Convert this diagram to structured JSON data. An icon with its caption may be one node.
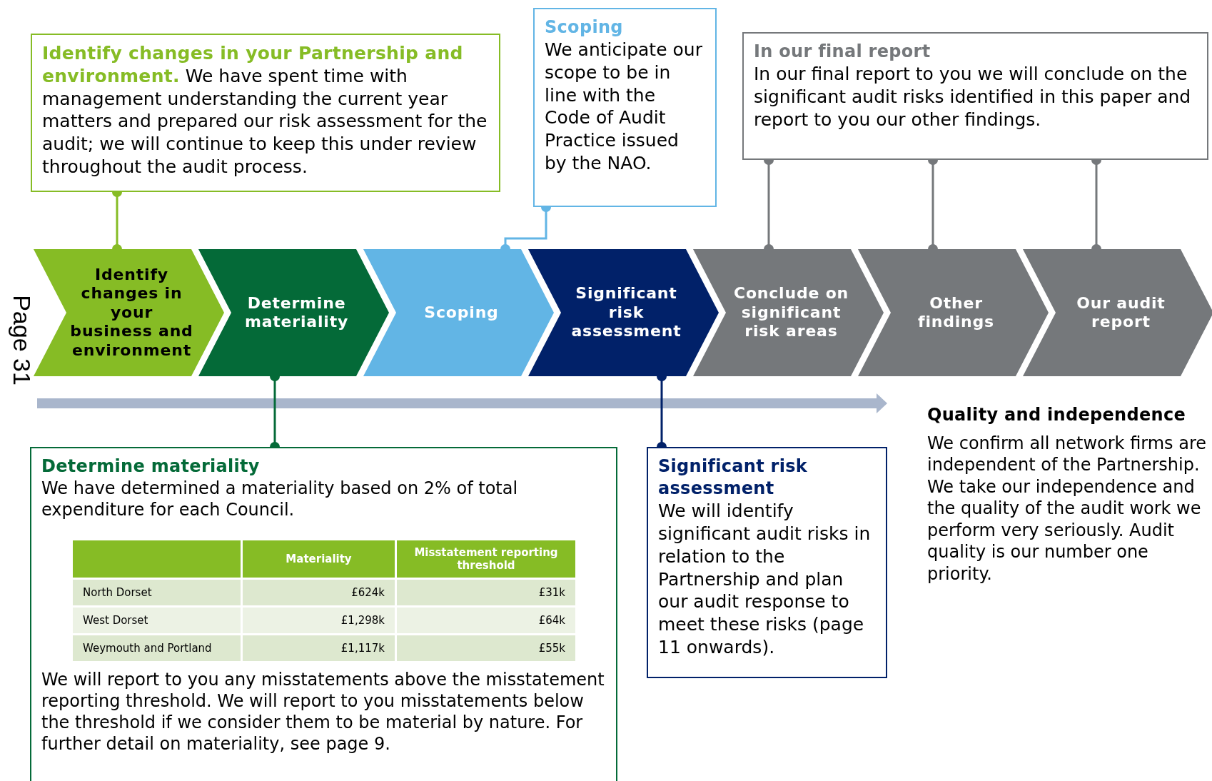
{
  "diagram": {
    "nodes": [
      {
        "text": [
          "**Identify changes in your Partnership and environment.** We have spent time with management understanding the current year matters and prepared our risk assessment for the audit; we will continue to keep this under review throughout the audit process."
        ]
      },
      {
        "text": [
          "Scoping",
          "We anticipate our scope to be in line with the Code of Audit Practice issued by the NAO."
        ]
      },
      {
        "text": [
          "In our final report",
          "In our final report to you we will conclude on the significant audit risks identified in this paper and report to you our other findings."
        ]
      },
      {
        "text": [
          "Identify changes in your business and environment"
        ]
      },
      {
        "text": [
          "Determine materiality"
        ]
      },
      {
        "text": [
          "Scoping"
        ]
      },
      {
        "text": [
          "Significant risk assessment"
        ]
      },
      {
        "text": [
          "Conclude on significant risk areas"
        ]
      },
      {
        "text": [
          "Other findings"
        ]
      },
      {
        "text": [
          "Our audit report"
        ]
      },
      {
        "text": [
          "Determine materiality",
          "We have determined a materiality based on 2% of total expenditure for each Council.",
          "We will report to you any misstatements above the misstatement reporting threshold. We will report to you misstatements below the threshold if we consider them to be material by nature. For further detail on materiality, see page 9."
        ]
      },
      {
        "text": [
          "Significant risk assessment",
          "We will identify significant audit risks in relation to the Partnership and plan our audit response to meet these risks (page 11 onwards)."
        ]
      }
    ],
    "edges": [
      {
        "from": 0,
        "to": 3,
        "arrow": "other",
        "color": "#86bc25"
      },
      {
        "from": 1,
        "to": 5,
        "arrow": "other",
        "color": "#62b5e5"
      },
      {
        "from": 2,
        "to": 7,
        "arrow": "other"
      },
      {
        "from": 2,
        "to": 8,
        "arrow": "other"
      },
      {
        "from": 2,
        "to": 9,
        "arrow": "other"
      },
      {
        "from": 4,
        "to": 10,
        "arrow": "other",
        "color": "#046a38"
      },
      {
        "from": 6,
        "to": 11,
        "arrow": "other",
        "color": "#012169"
      }
    ],
    "labels": [
      "Page 31",
      "Materiality",
      "Misstatement reporting threshold",
      "North Dorset",
      "£624k",
      "£31k",
      "West Dorset",
      "£1,298k",
      "£64k",
      "Weymouth and Portland",
      "£1,117k",
      "£55k",
      "Quality and independence",
      "We confirm all network firms are independent of the Partnership. We take our independence and the quality of the audit work we perform very seriously. Audit quality is our number one priority."
    ]
  }
}
